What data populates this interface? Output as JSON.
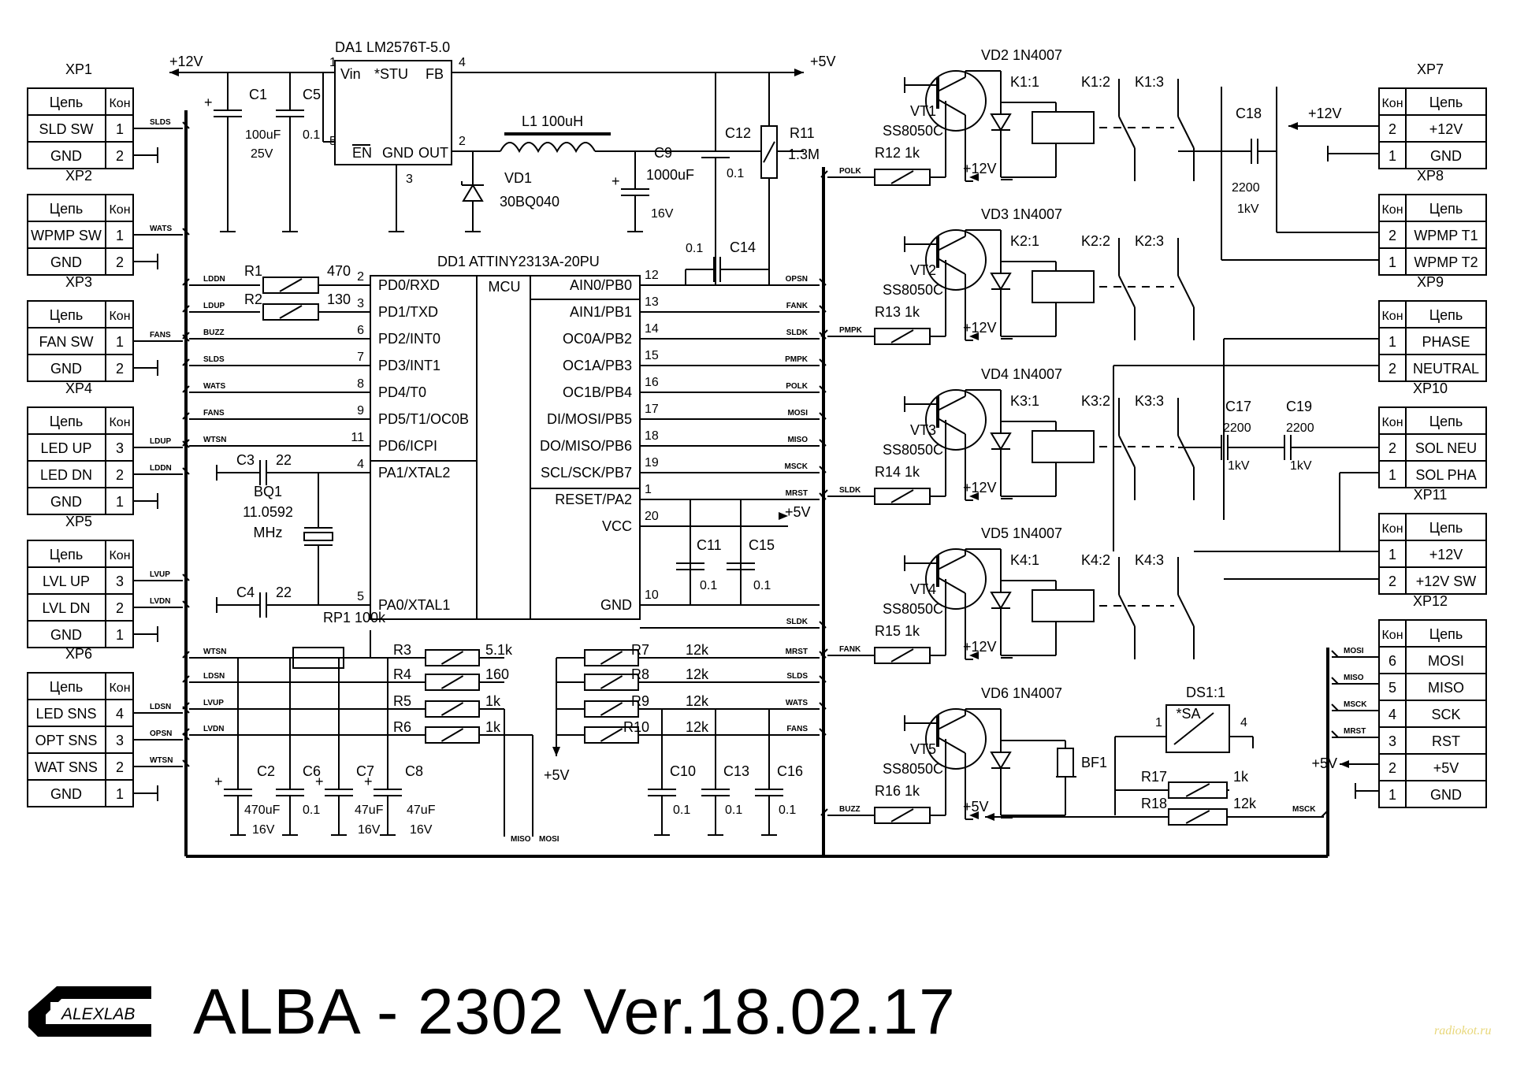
{
  "title": "ALBA - 2302 Ver.18.02.17",
  "logo_text": "ALEXLAB",
  "watermark": "radiokot.ru",
  "table_headers": {
    "circuit": "Цепь",
    "pin": "Кон"
  },
  "left_connectors": [
    {
      "id": "XP1",
      "rows": [
        [
          "SLD SW",
          "1"
        ],
        [
          "GND",
          "2"
        ]
      ],
      "nets": [
        "SLDS"
      ]
    },
    {
      "id": "XP2",
      "rows": [
        [
          "WPMP SW",
          "1"
        ],
        [
          "GND",
          "2"
        ]
      ],
      "nets": [
        "WATS"
      ]
    },
    {
      "id": "XP3",
      "rows": [
        [
          "FAN SW",
          "1"
        ],
        [
          "GND",
          "2"
        ]
      ],
      "nets": [
        "FANS"
      ]
    },
    {
      "id": "XP4",
      "rows": [
        [
          "LED UP",
          "3"
        ],
        [
          "LED DN",
          "2"
        ],
        [
          "GND",
          "1"
        ]
      ],
      "nets": [
        "LDUP",
        "LDDN"
      ]
    },
    {
      "id": "XP5",
      "rows": [
        [
          "LVL UP",
          "3"
        ],
        [
          "LVL DN",
          "2"
        ],
        [
          "GND",
          "1"
        ]
      ],
      "nets": [
        "LVUP",
        "LVDN"
      ]
    },
    {
      "id": "XP6",
      "rows": [
        [
          "LED SNS",
          "4"
        ],
        [
          "OPT SNS",
          "3"
        ],
        [
          "WAT SNS",
          "2"
        ],
        [
          "GND",
          "1"
        ]
      ],
      "nets": [
        "LDSN",
        "OPSN",
        "WTSN"
      ]
    }
  ],
  "right_connectors": [
    {
      "id": "XP7",
      "rows": [
        [
          "2",
          "+12V"
        ],
        [
          "1",
          "GND"
        ]
      ]
    },
    {
      "id": "XP8",
      "rows": [
        [
          "2",
          "WPMP T1"
        ],
        [
          "1",
          "WPMP T2"
        ]
      ]
    },
    {
      "id": "XP9",
      "rows": [
        [
          "1",
          "PHASE"
        ],
        [
          "2",
          "NEUTRAL"
        ]
      ]
    },
    {
      "id": "XP10",
      "rows": [
        [
          "2",
          "SOL NEU"
        ],
        [
          "1",
          "SOL PHA"
        ]
      ]
    },
    {
      "id": "XP11",
      "rows": [
        [
          "1",
          "+12V"
        ],
        [
          "2",
          "+12V SW"
        ]
      ]
    },
    {
      "id": "XP12",
      "rows": [
        [
          "6",
          "MOSI"
        ],
        [
          "5",
          "MISO"
        ],
        [
          "4",
          "SCK"
        ],
        [
          "3",
          "RST"
        ],
        [
          "2",
          "+5V"
        ],
        [
          "1",
          "GND"
        ]
      ],
      "nets": [
        "MOSI",
        "MISO",
        "MSCK",
        "MRST"
      ]
    }
  ],
  "regulator": {
    "ref": "DA1",
    "part": "LM2576T-5.0",
    "pins_left": [
      "Vin",
      "*STU",
      "FB"
    ],
    "en": "EN",
    "gnd": "GND",
    "out": "OUT",
    "pin_numbers": [
      "1",
      "4",
      "5",
      "2",
      "3"
    ]
  },
  "rails": {
    "v12": "+12V",
    "v5": "+5V"
  },
  "mcu": {
    "ref": "DD1",
    "part": "ATTINY2313A-20PU",
    "label": "MCU",
    "left_pins": [
      {
        "num": "2",
        "name": "PD0/RXD"
      },
      {
        "num": "3",
        "name": "PD1/TXD"
      },
      {
        "num": "6",
        "name": "PD2/INT0"
      },
      {
        "num": "7",
        "name": "PD3/INT1"
      },
      {
        "num": "8",
        "name": "PD4/T0"
      },
      {
        "num": "9",
        "name": "PD5/T1/OC0B"
      },
      {
        "num": "11",
        "name": "PD6/ICPI"
      },
      {
        "num": "4",
        "name": "PA1/XTAL2"
      },
      {
        "num": "5",
        "name": "PA0/XTAL1"
      }
    ],
    "left_nets": [
      "LDDN",
      "LDUP",
      "BUZZ",
      "SLDS",
      "WATS",
      "FANS",
      "WTSN"
    ],
    "right_pins": [
      {
        "num": "12",
        "name": "AIN0/PB0",
        "net": "OPSN"
      },
      {
        "num": "13",
        "name": "AIN1/PB1",
        "net": "FANK"
      },
      {
        "num": "14",
        "name": "OC0A/PB2",
        "net": "SLDK"
      },
      {
        "num": "15",
        "name": "OC1A/PB3",
        "net": "PMPK"
      },
      {
        "num": "16",
        "name": "OC1B/PB4",
        "net": "POLK"
      },
      {
        "num": "17",
        "name": "DI/MOSI/PB5",
        "net": "MOSI"
      },
      {
        "num": "18",
        "name": "DO/MISO/PB6",
        "net": "MISO"
      },
      {
        "num": "19",
        "name": "SCL/SCK/PB7",
        "net": "MSCK"
      },
      {
        "num": "1",
        "name": "RESET/PA2",
        "net": "MRST"
      },
      {
        "num": "20",
        "name": "VCC",
        "net": "+5V"
      },
      {
        "num": "10",
        "name": "GND",
        "net": ""
      }
    ]
  },
  "power_parts": [
    {
      "ref": "C1",
      "val": "100uF",
      "v": "25V"
    },
    {
      "ref": "C5",
      "val": "0.1"
    },
    {
      "ref": "L1",
      "val": "100uH"
    },
    {
      "ref": "VD1",
      "val": "30BQ040"
    },
    {
      "ref": "C9",
      "val": "1000uF",
      "v": "16V"
    },
    {
      "ref": "C12",
      "val": "0.1"
    },
    {
      "ref": "R11",
      "val": "1.3M"
    },
    {
      "ref": "C14",
      "val": "0.1"
    }
  ],
  "left_resistors": [
    {
      "ref": "R1",
      "val": "470"
    },
    {
      "ref": "R2",
      "val": "130"
    }
  ],
  "crystal": {
    "ref": "BQ1",
    "val": "11.0592",
    "unit": "MHz",
    "c3": "C3",
    "c3v": "22",
    "c4": "C4",
    "c4v": "22"
  },
  "vcc_caps": [
    {
      "ref": "C11",
      "val": "0.1"
    },
    {
      "ref": "C15",
      "val": "0.1"
    }
  ],
  "rp1": {
    "ref": "RP1",
    "val": "100k"
  },
  "sense_resistors": [
    {
      "ref": "R3",
      "val": "5.1k",
      "net": "WTSN"
    },
    {
      "ref": "R4",
      "val": "160",
      "net": "LDSN"
    },
    {
      "ref": "R5",
      "val": "1k",
      "net": "LVUP"
    },
    {
      "ref": "R6",
      "val": "1k",
      "net": "LVDN"
    }
  ],
  "pullups": [
    {
      "ref": "R7",
      "val": "12k",
      "net": "MRST"
    },
    {
      "ref": "R8",
      "val": "12k",
      "net": "SLDS"
    },
    {
      "ref": "R9",
      "val": "12k",
      "net": "WATS"
    },
    {
      "ref": "R10",
      "val": "12k",
      "net": "FANS"
    }
  ],
  "pullup_rail": "+5V",
  "bottom_caps": [
    {
      "ref": "C2",
      "val": "470uF",
      "v": "16V"
    },
    {
      "ref": "C6",
      "val": "0.1"
    },
    {
      "ref": "C7",
      "val": "47uF",
      "v": "16V"
    },
    {
      "ref": "C8",
      "val": "47uF",
      "v": "16V"
    },
    {
      "ref": "C10",
      "val": "0.1"
    },
    {
      "ref": "C13",
      "val": "0.1"
    },
    {
      "ref": "C16",
      "val": "0.1"
    }
  ],
  "bottom_nets": [
    "MISO",
    "MOSI",
    "SLDK"
  ],
  "drivers": [
    {
      "vt": "VT1",
      "vd": "VD2",
      "diode": "1N4007",
      "tr": "SS8050C",
      "r": "R12 1k",
      "net": "POLK",
      "supply": "+12V",
      "k": [
        "K1:1",
        "K1:2",
        "K1:3"
      ]
    },
    {
      "vt": "VT2",
      "vd": "VD3",
      "diode": "1N4007",
      "tr": "SS8050C",
      "r": "R13 1k",
      "net": "PMPK",
      "supply": "+12V",
      "k": [
        "K2:1",
        "K2:2",
        "K2:3"
      ]
    },
    {
      "vt": "VT3",
      "vd": "VD4",
      "diode": "1N4007",
      "tr": "SS8050C",
      "r": "R14 1k",
      "net": "SLDK",
      "supply": "+12V",
      "k": [
        "K3:1",
        "K3:2",
        "K3:3"
      ]
    },
    {
      "vt": "VT4",
      "vd": "VD5",
      "diode": "1N4007",
      "tr": "SS8050C",
      "r": "R15 1k",
      "net": "FANK",
      "supply": "+12V",
      "k": [
        "K4:1",
        "K4:2",
        "K4:3"
      ]
    },
    {
      "vt": "VT5",
      "vd": "VD6",
      "diode": "1N4007",
      "tr": "SS8050C",
      "r": "R16 1k",
      "net": "BUZZ",
      "supply": "+5V",
      "k": []
    }
  ],
  "relay_caps": [
    {
      "ref": "C18",
      "val": "2200",
      "v": "1kV"
    },
    {
      "ref": "C17",
      "val": "2200",
      "v": "1kV"
    },
    {
      "ref": "C19",
      "val": "2200",
      "v": "1kV"
    }
  ],
  "buzzer": "BF1",
  "ds1": {
    "ref": "DS1:1",
    "sw": "*SA",
    "p1": "1",
    "p4": "4"
  },
  "isp_res": [
    {
      "ref": "R17",
      "val": "1k"
    },
    {
      "ref": "R18",
      "val": "12k"
    }
  ],
  "isp_nets": [
    "MSCK"
  ],
  "isp_supply": "+5V",
  "xp7_supply": "+12V"
}
